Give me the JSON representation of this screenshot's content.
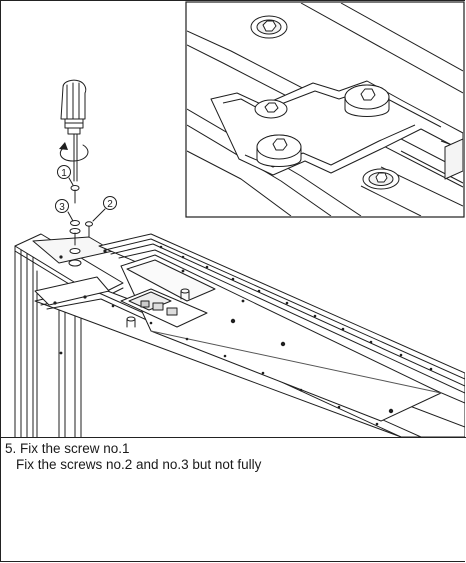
{
  "figure": {
    "callouts": [
      "1",
      "2",
      "3"
    ]
  },
  "instructions": {
    "step_line": "5. Fix the screw no.1",
    "detail_line": "Fix the screws no.2 and no.3 but not fully"
  }
}
